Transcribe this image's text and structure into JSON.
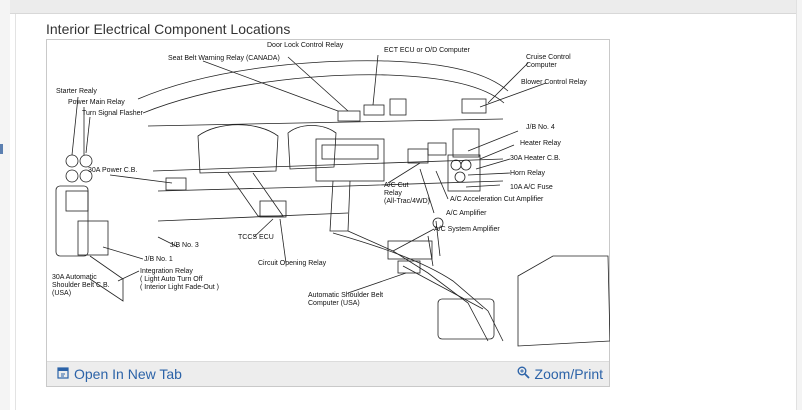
{
  "page": {
    "title": "Interior Electrical Component Locations"
  },
  "diagram": {
    "labels": {
      "door_lock": "Door Lock Control Relay",
      "ect_ecu": "ECT ECU or O/D Computer",
      "cruise_1": "Cruise Control",
      "cruise_2": "Computer",
      "seat_belt": "Seat Belt Warning Relay (CANADA)",
      "blower": "Blower Control Relay",
      "starter": "Starter Realy",
      "power_main": "Power Main Relay",
      "turn_signal": "Turn Signal Flasher",
      "jb4": "J/B No. 4",
      "heater_relay": "Heater Relay",
      "heater_cb": "30A Heater C.B.",
      "power_cb": "30A Power C.B.",
      "horn_relay": "Horn Relay",
      "ac_fuse": "10A A/C Fuse",
      "ac_cut_1": "A/C Cut",
      "ac_cut_2": "Relay",
      "ac_cut_3": "(All-Trac/4WD)",
      "ac_accel": "A/C Acceleration Cut Amplifier",
      "ac_amp": "A/C Amplifier",
      "ac_system": "A/C System Amplifier",
      "tccs_ecu": "TCCS ECU",
      "jb3": "J/B No. 3",
      "jb1": "J/B No. 1",
      "integration_1": "Integration Relay",
      "integration_2": "( Light Auto Turn Off",
      "integration_3": "( Interior Light Fade-Out )",
      "circuit_opening": "Circuit Opening Relay",
      "shoulder_cb_1": "30A Automatic",
      "shoulder_cb_2": "Shoulder Belt C.B.",
      "shoulder_cb_3": "(USA)",
      "auto_belt_1": "Automatic Shoulder Belt",
      "auto_belt_2": "Computer (USA)"
    }
  },
  "footer": {
    "open_tab": "Open In New Tab",
    "zoom_print": "Zoom/Print",
    "open_tab_icon": "open-in-new-tab-icon",
    "zoom_icon": "magnifier-icon"
  }
}
